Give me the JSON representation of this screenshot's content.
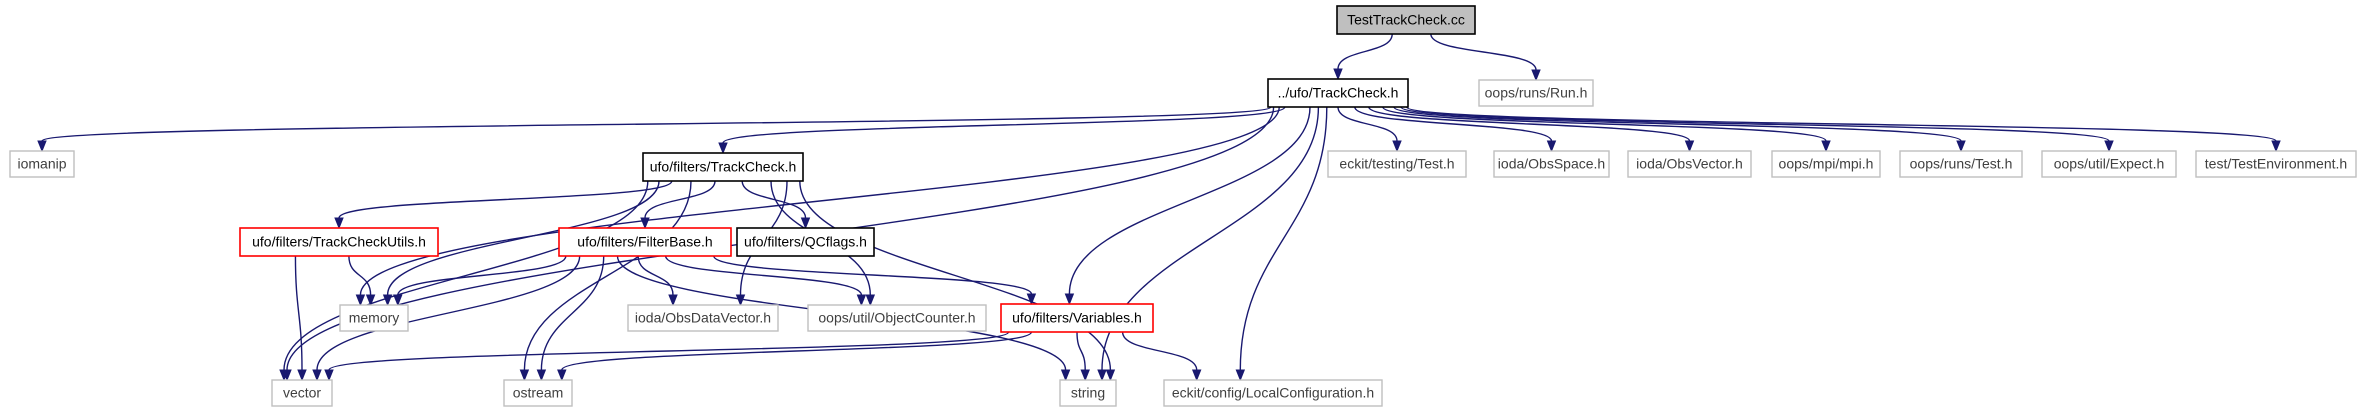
{
  "diagram": {
    "nodes": [
      {
        "id": "root",
        "label": "TestTrackCheck.cc",
        "style": "root"
      },
      {
        "id": "ufo_trackcheck",
        "label": "../ufo/TrackCheck.h",
        "style": "black"
      },
      {
        "id": "oops_run",
        "label": "oops/runs/Run.h",
        "style": "gray"
      },
      {
        "id": "iomanip",
        "label": "iomanip",
        "style": "gray"
      },
      {
        "id": "filters_trackcheck",
        "label": "ufo/filters/TrackCheck.h",
        "style": "black"
      },
      {
        "id": "eckit_test",
        "label": "eckit/testing/Test.h",
        "style": "gray"
      },
      {
        "id": "obsspace",
        "label": "ioda/ObsSpace.h",
        "style": "gray"
      },
      {
        "id": "obsvector",
        "label": "ioda/ObsVector.h",
        "style": "gray"
      },
      {
        "id": "mpi",
        "label": "oops/mpi/mpi.h",
        "style": "gray"
      },
      {
        "id": "runs_test",
        "label": "oops/runs/Test.h",
        "style": "gray"
      },
      {
        "id": "expect",
        "label": "oops/util/Expect.h",
        "style": "gray"
      },
      {
        "id": "testenv",
        "label": "test/TestEnvironment.h",
        "style": "gray"
      },
      {
        "id": "trackcheckutils",
        "label": "ufo/filters/TrackCheckUtils.h",
        "style": "red"
      },
      {
        "id": "filterbase",
        "label": "ufo/filters/FilterBase.h",
        "style": "red"
      },
      {
        "id": "qcflags",
        "label": "ufo/filters/QCflags.h",
        "style": "black"
      },
      {
        "id": "memory",
        "label": "memory",
        "style": "gray"
      },
      {
        "id": "obsdatavector",
        "label": "ioda/ObsDataVector.h",
        "style": "gray"
      },
      {
        "id": "objectcounter",
        "label": "oops/util/ObjectCounter.h",
        "style": "gray"
      },
      {
        "id": "variables",
        "label": "ufo/filters/Variables.h",
        "style": "red"
      },
      {
        "id": "vector",
        "label": "vector",
        "style": "gray"
      },
      {
        "id": "ostream",
        "label": "ostream",
        "style": "gray"
      },
      {
        "id": "string",
        "label": "string",
        "style": "gray"
      },
      {
        "id": "localconfig",
        "label": "eckit/config/LocalConfiguration.h",
        "style": "gray"
      }
    ],
    "edges": [
      {
        "from": "root",
        "to": "ufo_trackcheck"
      },
      {
        "from": "root",
        "to": "oops_run"
      },
      {
        "from": "ufo_trackcheck",
        "to": "iomanip"
      },
      {
        "from": "ufo_trackcheck",
        "to": "filters_trackcheck"
      },
      {
        "from": "ufo_trackcheck",
        "to": "eckit_test"
      },
      {
        "from": "ufo_trackcheck",
        "to": "obsspace"
      },
      {
        "from": "ufo_trackcheck",
        "to": "obsvector"
      },
      {
        "from": "ufo_trackcheck",
        "to": "mpi"
      },
      {
        "from": "ufo_trackcheck",
        "to": "runs_test"
      },
      {
        "from": "ufo_trackcheck",
        "to": "expect"
      },
      {
        "from": "ufo_trackcheck",
        "to": "testenv"
      },
      {
        "from": "ufo_trackcheck",
        "to": "memory"
      },
      {
        "from": "ufo_trackcheck",
        "to": "vector"
      },
      {
        "from": "ufo_trackcheck",
        "to": "variables"
      },
      {
        "from": "ufo_trackcheck",
        "to": "string"
      },
      {
        "from": "ufo_trackcheck",
        "to": "localconfig"
      },
      {
        "from": "filters_trackcheck",
        "to": "trackcheckutils"
      },
      {
        "from": "filters_trackcheck",
        "to": "filterbase"
      },
      {
        "from": "filters_trackcheck",
        "to": "qcflags"
      },
      {
        "from": "filters_trackcheck",
        "to": "memory"
      },
      {
        "from": "filters_trackcheck",
        "to": "vector"
      },
      {
        "from": "filters_trackcheck",
        "to": "ostream"
      },
      {
        "from": "filters_trackcheck",
        "to": "string"
      },
      {
        "from": "filters_trackcheck",
        "to": "obsdatavector"
      },
      {
        "from": "filters_trackcheck",
        "to": "objectcounter"
      },
      {
        "from": "trackcheckutils",
        "to": "memory"
      },
      {
        "from": "trackcheckutils",
        "to": "vector"
      },
      {
        "from": "filterbase",
        "to": "memory"
      },
      {
        "from": "filterbase",
        "to": "vector"
      },
      {
        "from": "filterbase",
        "to": "ostream"
      },
      {
        "from": "filterbase",
        "to": "string"
      },
      {
        "from": "filterbase",
        "to": "obsdatavector"
      },
      {
        "from": "filterbase",
        "to": "objectcounter"
      },
      {
        "from": "filterbase",
        "to": "variables"
      },
      {
        "from": "variables",
        "to": "vector"
      },
      {
        "from": "variables",
        "to": "ostream"
      },
      {
        "from": "variables",
        "to": "string"
      },
      {
        "from": "variables",
        "to": "localconfig"
      }
    ],
    "colors": {
      "edge": "#191970",
      "root_fill": "#bfbfbf",
      "gray_border": "#bfbfbf",
      "red_border": "#ff0000",
      "black_border": "#000000"
    }
  }
}
